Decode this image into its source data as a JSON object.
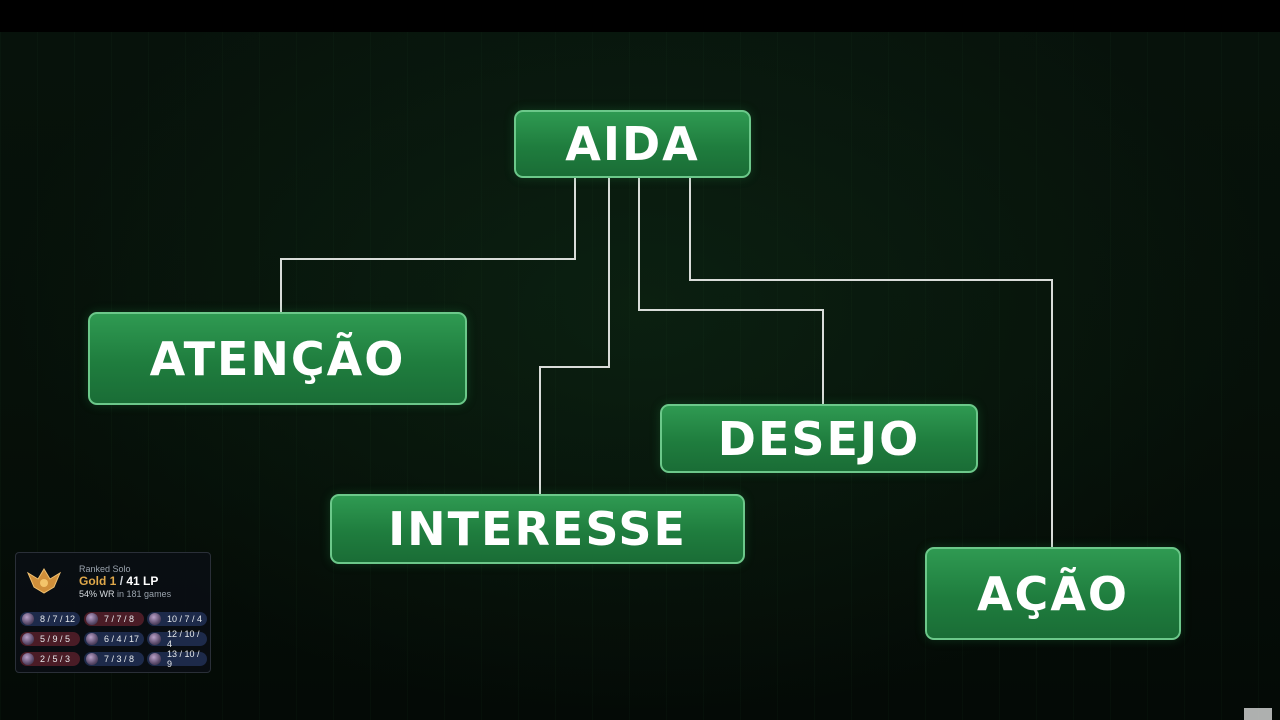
{
  "diagram": {
    "root": {
      "label": "AIDA"
    },
    "children": [
      {
        "key": "atencao",
        "label": "ATENÇÃO"
      },
      {
        "key": "interesse",
        "label": "INTERESSE"
      },
      {
        "key": "desejo",
        "label": "DESEJO"
      },
      {
        "key": "acao",
        "label": "AÇÃO"
      }
    ],
    "colors": {
      "node_fill": "#1f7d3e",
      "node_border": "#6cc88a",
      "connector": "#d9dcd9",
      "background": "#06100a"
    }
  },
  "ranked_overlay": {
    "mode": "Ranked Solo",
    "tier": "Gold 1",
    "separator": "/",
    "lp": "41 LP",
    "winrate": "54% WR",
    "games": "in 181 games",
    "matches": [
      {
        "kda": "8 / 7 / 12",
        "result": "win"
      },
      {
        "kda": "7 / 7 / 8",
        "result": "loss"
      },
      {
        "kda": "10 / 7 / 4",
        "result": "win"
      },
      {
        "kda": "5 / 9 / 5",
        "result": "loss"
      },
      {
        "kda": "6 / 4 / 17",
        "result": "win"
      },
      {
        "kda": "12 / 10 / 4",
        "result": "win"
      },
      {
        "kda": "2 / 5 / 3",
        "result": "loss"
      },
      {
        "kda": "7 / 3 / 8",
        "result": "win"
      },
      {
        "kda": "13 / 10 / 9",
        "result": "win"
      }
    ],
    "colors": {
      "gold": "#e0a84a",
      "win": "#1d2a4a",
      "loss": "#4a1c26"
    }
  }
}
